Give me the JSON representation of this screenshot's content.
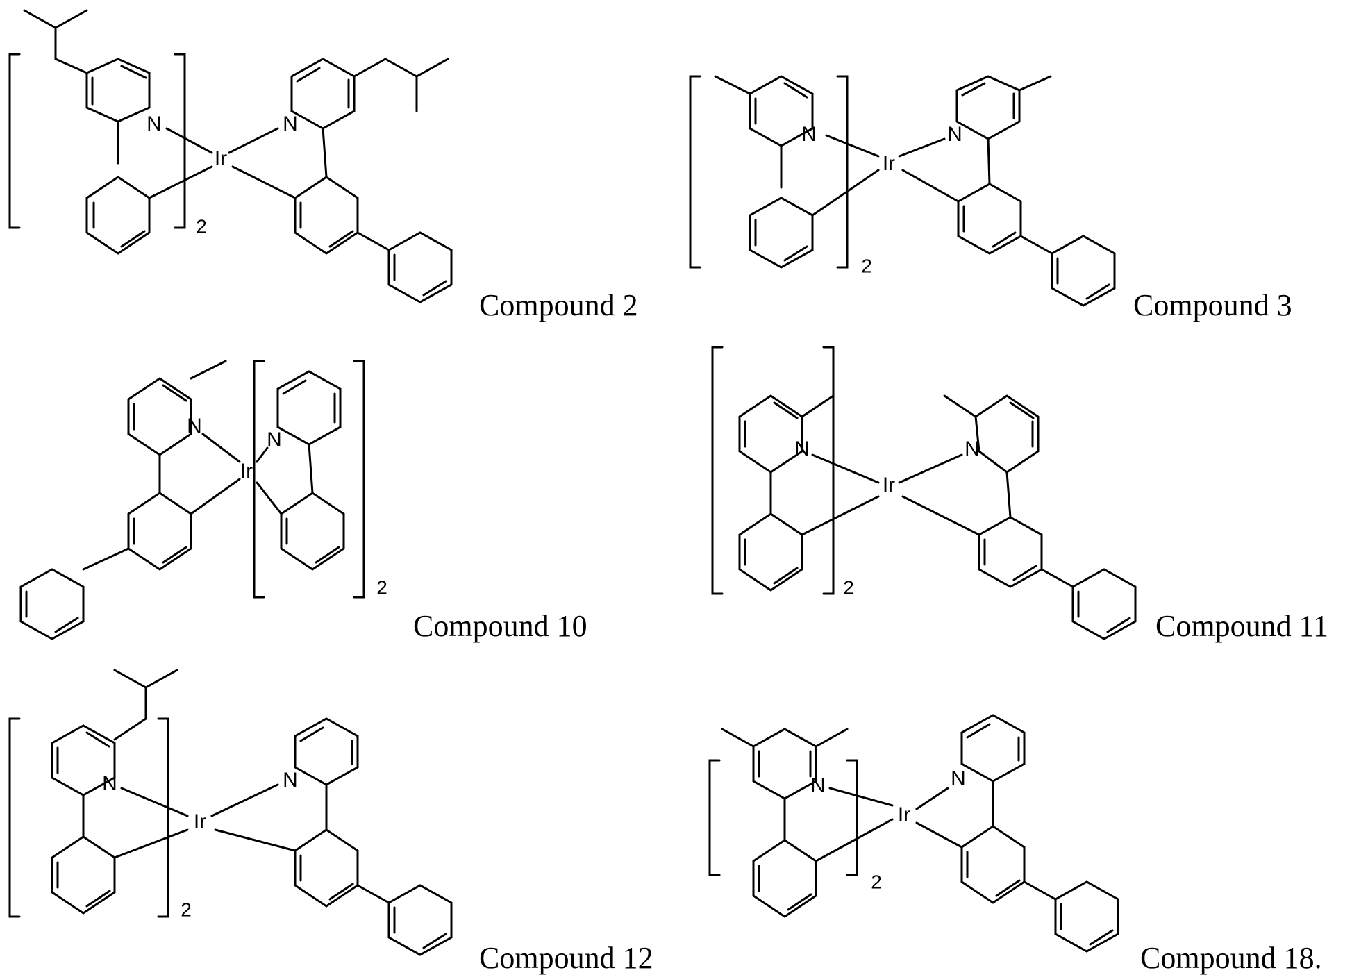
{
  "figure": {
    "compounds": [
      {
        "id": "compound-2",
        "caption": "Compound 2",
        "metal": "Ir",
        "heteroatom": "N",
        "subscript": "2"
      },
      {
        "id": "compound-3",
        "caption": "Compound 3",
        "metal": "Ir",
        "heteroatom": "N",
        "subscript": "2"
      },
      {
        "id": "compound-10",
        "caption": "Compound 10",
        "metal": "Ir",
        "heteroatom": "N",
        "subscript": "2"
      },
      {
        "id": "compound-11",
        "caption": "Compound 11",
        "metal": "Ir",
        "heteroatom": "N",
        "subscript": "2"
      },
      {
        "id": "compound-12",
        "caption": "Compound 12",
        "metal": "Ir",
        "heteroatom": "N",
        "subscript": "2"
      },
      {
        "id": "compound-18",
        "caption": "Compound 18.",
        "metal": "Ir",
        "heteroatom": "N",
        "subscript": "2"
      }
    ]
  }
}
